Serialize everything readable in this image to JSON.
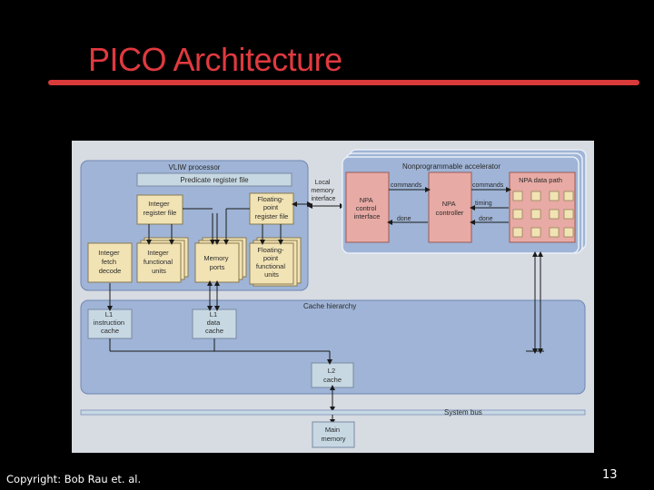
{
  "slide": {
    "title": "PICO Architecture",
    "copyright": "Copyright: Bob Rau et. al.",
    "slide_number": "13"
  },
  "diagram": {
    "vliw_label": "VLIW processor",
    "predicate_rf": "Predicate register file",
    "integer_rf": [
      "Integer",
      "register file"
    ],
    "fp_rf": [
      "Floating-",
      "point",
      "register file"
    ],
    "fetch": [
      "Integer",
      "fetch",
      "decode"
    ],
    "int_fu": [
      "Integer",
      "functional",
      "units"
    ],
    "mem_ports": [
      "Memory",
      "ports"
    ],
    "fp_fu": [
      "Floating-",
      "point",
      "functional",
      "units"
    ],
    "local_mem": [
      "Local",
      "memory",
      "interface"
    ],
    "npa_label": "Nonprogrammable accelerator",
    "npa_ci": [
      "NPA",
      "control",
      "interface"
    ],
    "npa_ctrl": [
      "NPA",
      "controller"
    ],
    "npa_dp": "NPA data path",
    "commands1": "commands",
    "commands2": "commands",
    "done1": "done",
    "done2": "done",
    "timing": "timing",
    "cache_label": "Cache hierarchy",
    "l1i": [
      "L1",
      "instruction",
      "cache"
    ],
    "l1d": [
      "L1",
      "data",
      "cache"
    ],
    "l2": [
      "L2",
      "cache"
    ],
    "sysbus": "System bus",
    "mainmem": [
      "Main",
      "memory"
    ]
  },
  "colors": {
    "title": "#e0393f",
    "rule": "#d93a3a",
    "panel": "#9fb4d6",
    "panel_edge": "#6f86b3",
    "predicate": "#c7d8e3",
    "unit": "#f2e3b4",
    "npa_block": "#e8aaa4",
    "npa_grid": "#f2e3b4"
  }
}
